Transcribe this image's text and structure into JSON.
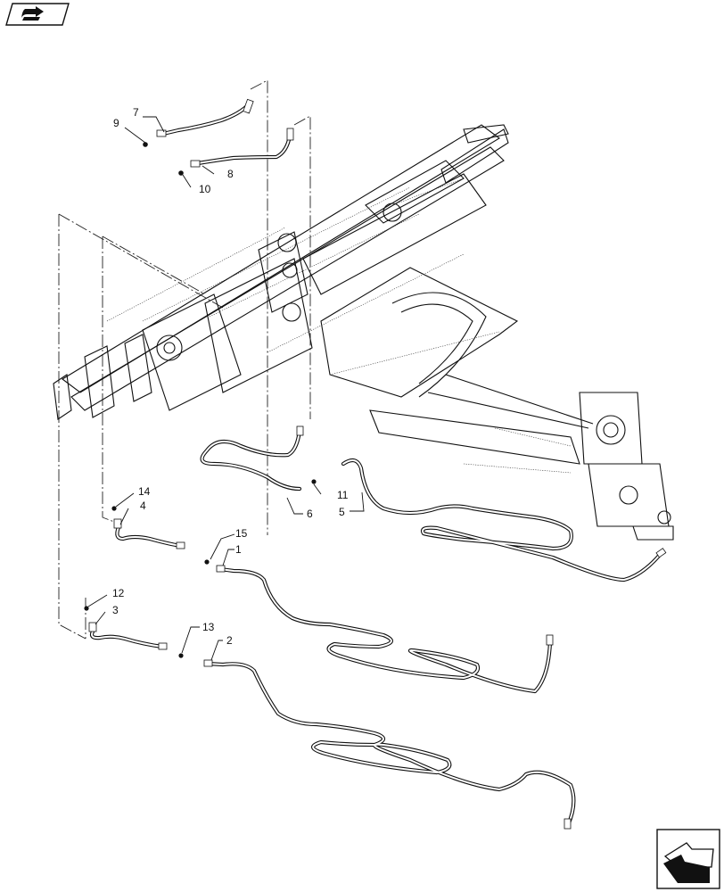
{
  "toolbar": {
    "nav_icon": "book-arrow-icon"
  },
  "callouts": [
    {
      "id": "c1",
      "label": "1"
    },
    {
      "id": "c2",
      "label": "2"
    },
    {
      "id": "c3",
      "label": "3"
    },
    {
      "id": "c4",
      "label": "4"
    },
    {
      "id": "c5",
      "label": "5"
    },
    {
      "id": "c6",
      "label": "6"
    },
    {
      "id": "c7",
      "label": "7"
    },
    {
      "id": "c8",
      "label": "8"
    },
    {
      "id": "c9",
      "label": "9"
    },
    {
      "id": "c10",
      "label": "10"
    },
    {
      "id": "c11",
      "label": "11"
    },
    {
      "id": "c12",
      "label": "12"
    },
    {
      "id": "c13",
      "label": "13"
    },
    {
      "id": "c14",
      "label": "14"
    },
    {
      "id": "c15",
      "label": "15"
    }
  ],
  "footer": {
    "nav_icon": "next-page-arrow-icon"
  }
}
